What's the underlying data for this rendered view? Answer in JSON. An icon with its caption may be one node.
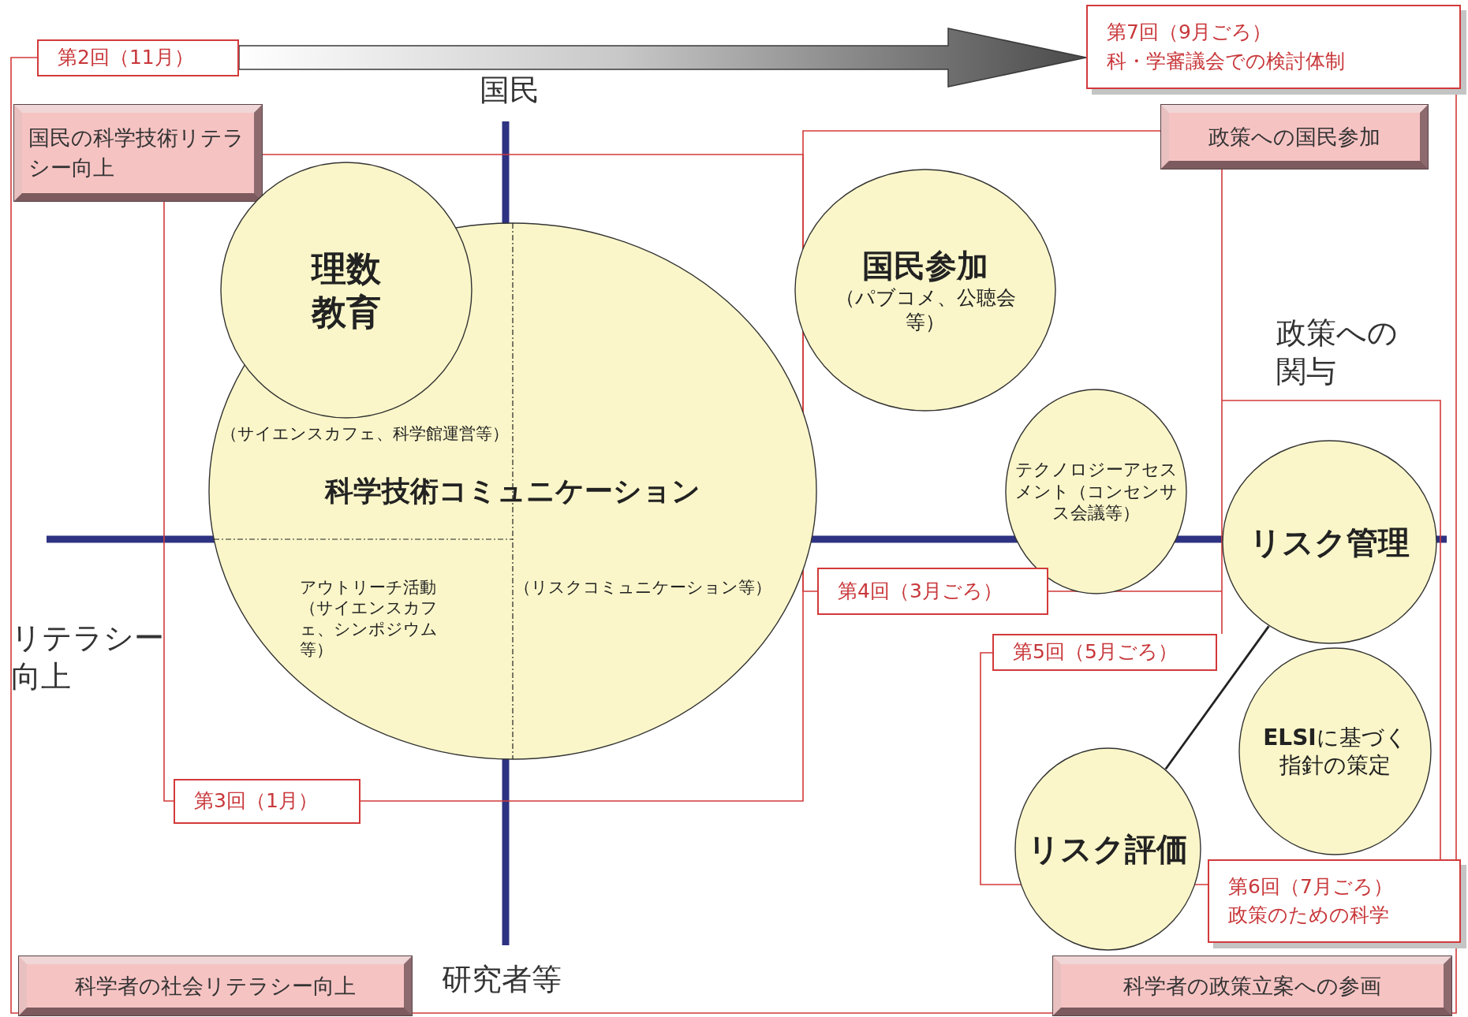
{
  "diagram": {
    "nodes": [
      {
        "text": [
          "第2回（11月）"
        ]
      },
      {
        "text": [
          "第7回（9月ごろ）",
          "科・学審議会での検討体制"
        ]
      },
      {
        "text": [
          "国民の科学技術リテラシー向上"
        ]
      },
      {
        "text": [
          "政策への国民参加"
        ]
      },
      {
        "text": [
          "理数教育"
        ]
      },
      {
        "text": [
          "国民参加",
          "（パブコメ、公聴会等）"
        ]
      },
      {
        "text": [
          "科学技術コミュニケーション",
          "（サイエンスカフェ、科学館運営等）",
          "アウトリーチ活動（サイエンスカフェ、シンポジウム等）",
          "（リスクコミュニケーション等）"
        ]
      },
      {
        "text": [
          "テクノロジーアセスメント（コンセンサス会議等）"
        ]
      },
      {
        "text": [
          "リスク管理"
        ]
      },
      {
        "text": [
          "第4回（3月ごろ）"
        ]
      },
      {
        "text": [
          "第5回（5月ごろ）"
        ]
      },
      {
        "text": [
          "**ELSI**に基づく指針の策定"
        ]
      },
      {
        "text": [
          "第3回（1月）"
        ]
      },
      {
        "text": [
          "リスク評価"
        ]
      },
      {
        "text": [
          "第6回（7月ごろ）",
          "政策のための科学"
        ]
      },
      {
        "text": [
          "科学者の社会リテラシー向上"
        ]
      },
      {
        "text": [
          "科学者の政策立案への参画"
        ]
      }
    ],
    "edges": [
      {
        "from": 0,
        "to": 1,
        "arrow": "to",
        "style": "thick"
      },
      {
        "from": 8,
        "to": 13,
        "arrow": "none"
      }
    ],
    "labels": [
      "国民",
      "政策への関与",
      "リテラシー向上",
      "研究者等"
    ]
  }
}
